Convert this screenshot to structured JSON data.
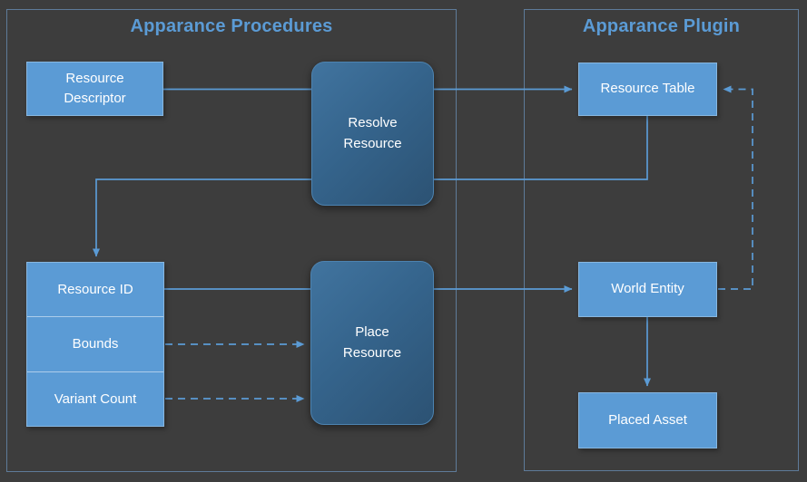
{
  "diagram": {
    "background": "#3d3d3d",
    "accent_blue": "#5b9bd5",
    "container_border": "#5e7b99",
    "gradient_node_top": "#41749f",
    "gradient_node_bottom": "#2c5273"
  },
  "containers": {
    "procedures": {
      "title": "Apparance Procedures"
    },
    "plugin": {
      "title": "Apparance Plugin"
    }
  },
  "nodes": {
    "resource_descriptor": {
      "label": "Resource\nDescriptor"
    },
    "resolve_resource": {
      "label": "Resolve\nResource"
    },
    "place_resource": {
      "label": "Place\nResource"
    },
    "resource_table": {
      "label": "Resource Table"
    },
    "world_entity": {
      "label": "World Entity"
    },
    "placed_asset": {
      "label": "Placed Asset"
    }
  },
  "stack": {
    "rows": [
      {
        "label": "Resource ID"
      },
      {
        "label": "Bounds"
      },
      {
        "label": "Variant Count"
      }
    ]
  },
  "edges": [
    {
      "from": "resource_descriptor",
      "to": "resource_table",
      "style": "solid",
      "note": "passes behind resolve_resource"
    },
    {
      "from": "resource_table",
      "to": "resource_id",
      "style": "solid",
      "note": "down, left, down into stack top"
    },
    {
      "from": "resource_id",
      "to": "world_entity",
      "style": "solid",
      "note": "passes behind place_resource"
    },
    {
      "from": "bounds",
      "to": "place_resource",
      "style": "dashed"
    },
    {
      "from": "variant_count",
      "to": "place_resource",
      "style": "dashed"
    },
    {
      "from": "world_entity",
      "to": "placed_asset",
      "style": "solid"
    },
    {
      "from": "world_entity",
      "to": "resource_table",
      "style": "dashed",
      "note": "right, up, left into table"
    }
  ]
}
